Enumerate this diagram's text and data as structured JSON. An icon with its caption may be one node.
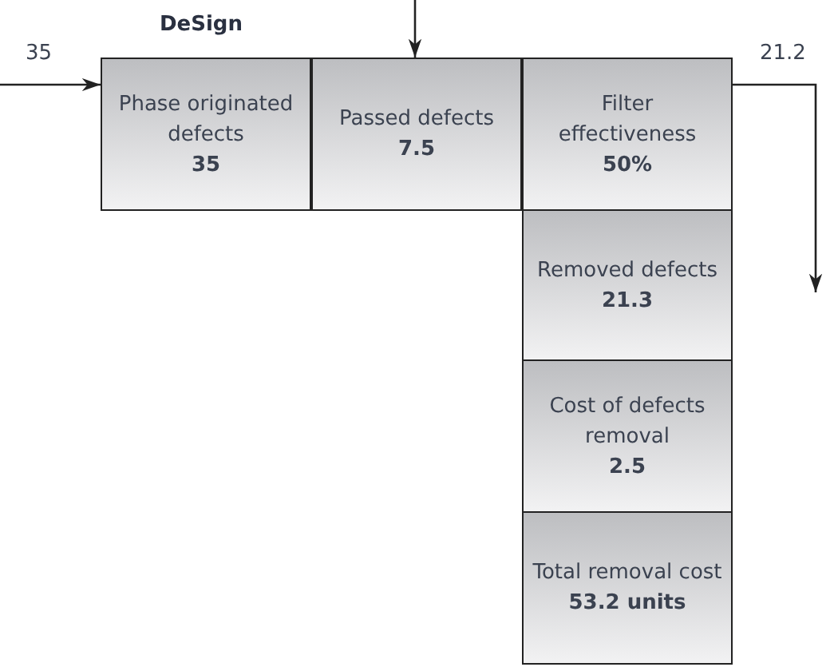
{
  "diagram": {
    "title": "DeSign",
    "nodes": [
      {
        "text": [
          "Phase originated defects",
          "35"
        ]
      },
      {
        "text": [
          "Passed defects",
          "7.5"
        ]
      },
      {
        "text": [
          "Filter effectiveness",
          "50%"
        ]
      },
      {
        "text": [
          "Removed defects",
          "21.3"
        ]
      },
      {
        "text": [
          "Cost of defects removal",
          "2.5"
        ]
      },
      {
        "text": [
          "Total removal cost",
          "53.2 units"
        ]
      }
    ],
    "edges": [
      {
        "from": null,
        "to": 0,
        "arrow": "to",
        "label": "35"
      },
      {
        "from": null,
        "to": 1,
        "arrow": "to"
      },
      {
        "from": 2,
        "to": null,
        "arrow": "to",
        "label": "21.2"
      }
    ]
  }
}
